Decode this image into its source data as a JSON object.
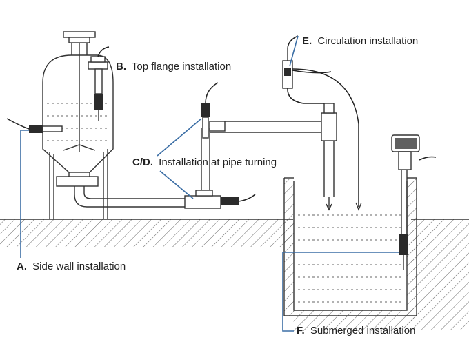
{
  "labels": {
    "a_letter": "A.",
    "a_text": "Side wall installation",
    "b_letter": "B.",
    "b_text": "Top flange installation",
    "cd_letter": "C/D.",
    "cd_text": "Installation at pipe turning",
    "e_letter": "E.",
    "e_text": "Circulation installation",
    "f_letter": "F.",
    "f_text": "Submerged installation"
  },
  "colors": {
    "leader_line": "#3b6ea5",
    "outline": "#333333"
  }
}
